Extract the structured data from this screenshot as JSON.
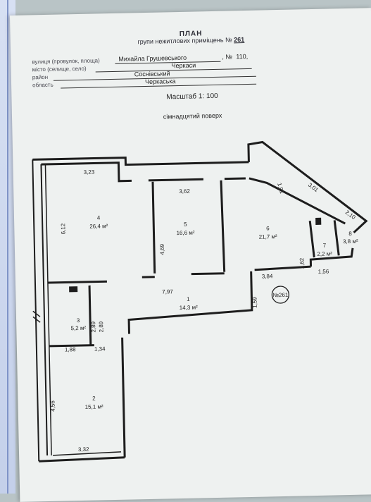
{
  "header": {
    "title": "ПЛАН",
    "subtitle_prefix": "групи нежитлових приміщень №",
    "group_number": "261"
  },
  "address": {
    "street_label": "вулиця (провулок, площа)",
    "street_value": "Михайла Грушевського",
    "house_label": ", №",
    "house_value": "110,",
    "city_label": "місто (селище, село)",
    "city_value": "Черкаси",
    "district_label": "район",
    "district_value": "Соснівський",
    "region_label": "область",
    "region_value": "Черкаська"
  },
  "scale_text": "Масштаб 1: 100",
  "floor_text": "сімнадцятий поверх",
  "rooms": [
    {
      "number": "4",
      "area": "26,4 м²"
    },
    {
      "number": "5",
      "area": "16,6 м²"
    },
    {
      "number": "6",
      "area": "21,7 м²"
    },
    {
      "number": "1",
      "area": "14,3 м²"
    },
    {
      "number": "3",
      "area": "5,2 м²"
    },
    {
      "number": "2",
      "area": "15,1 м²"
    },
    {
      "number": "7",
      "area": "2,2 м²"
    },
    {
      "number": "8",
      "area": "3,8 м²"
    }
  ],
  "dimensions": [
    "3,23",
    "3,62",
    "1,91",
    "3,01",
    "2,10",
    "6,12",
    "4,69",
    "7,97",
    "3,84",
    "1,62",
    "1,56",
    "1,59",
    "2,89",
    "2,89",
    "1,88",
    "1,34",
    "4,56",
    "3,32"
  ],
  "stamp": "№261"
}
